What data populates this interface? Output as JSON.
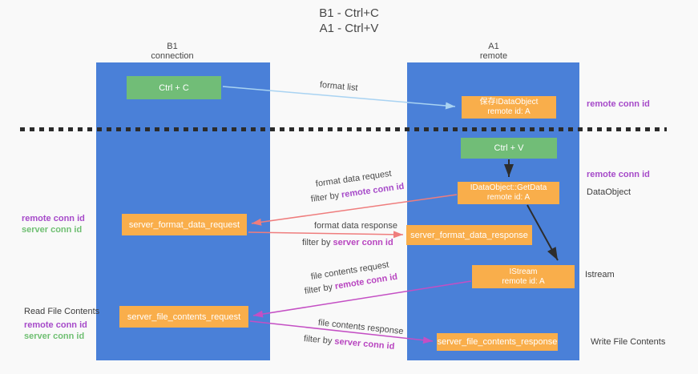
{
  "title": {
    "line1": "B1 - Ctrl+C",
    "line2": "A1 - Ctrl+V"
  },
  "lifelines": {
    "left": {
      "title": "B1",
      "subtitle": "connection"
    },
    "right": {
      "title": "A1",
      "subtitle": "remote"
    }
  },
  "boxes": {
    "ctrl_c": {
      "label": "Ctrl + C"
    },
    "ctrl_v": {
      "label": "Ctrl + V"
    },
    "save_dataobject": {
      "line1": "保存IDataObject",
      "line2": "remote id: A"
    },
    "getdata": {
      "line1": "IDataObject::GetData",
      "line2": "remote id: A"
    },
    "istream": {
      "line1": "IStream",
      "line2": "remote id: A"
    },
    "server_format_data_request": {
      "label": "server_format_data_request"
    },
    "server_format_data_response": {
      "label": "server_format_data_response"
    },
    "server_file_contents_request": {
      "label": "server_file_contents_request"
    },
    "server_file_contents_response": {
      "label": "server_file_contents_response"
    }
  },
  "arrow_labels": {
    "format_list": "format list",
    "format_data_request": "format data request",
    "format_data_request_filter_prefix": "filter by ",
    "format_data_request_filter_value": "remote conn id",
    "format_data_response": "format data response",
    "format_data_response_filter_prefix": "filter by ",
    "format_data_response_filter_value": "server conn id",
    "file_contents_request": "file contents request",
    "file_contents_request_filter_prefix": "filter by ",
    "file_contents_request_filter_value": "remote conn id",
    "file_contents_response": "file contents response",
    "file_contents_response_filter_prefix": "filter by ",
    "file_contents_response_filter_value": "server conn id"
  },
  "side_labels": {
    "right_remote_conn_top": "remote conn id",
    "right_remote_conn_mid": "remote conn id",
    "right_dataobject": "DataObject",
    "right_istream": "Istream",
    "right_write_file": "Write File Contents",
    "left_remote_conn_top": "remote conn id",
    "left_server_conn_top": "server conn id",
    "left_read_file": "Read File Contents",
    "left_remote_conn_bottom": "remote conn id",
    "left_server_conn_bottom": "server conn id"
  },
  "colors": {
    "lifeline_blue": "#4a80d8",
    "action_green": "#71bd77",
    "message_orange": "#f9ae4b",
    "remote_conn_purple": "#a64ac9",
    "server_conn_green": "#6fbf72",
    "format_arrow_salmon": "#ef7d7d",
    "file_arrow_magenta": "#c44fc4",
    "format_list_blue": "#a9d3f2",
    "black_arrow": "#2d2d2d"
  }
}
